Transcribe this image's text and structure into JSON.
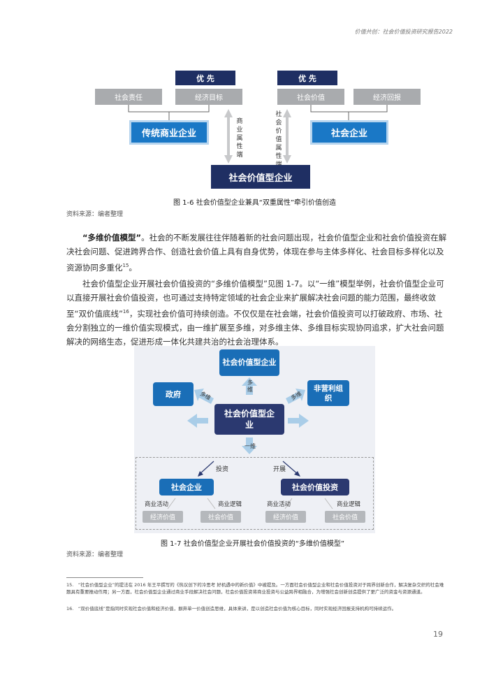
{
  "header": {
    "title": "价值共创：社会价值投资研究报告2022"
  },
  "fig6": {
    "left_priority": "优 先",
    "right_priority": "优 先",
    "left_grey1": "社会责任",
    "left_grey2": "经济目标",
    "right_grey1": "社会价值",
    "right_grey2": "经济回报",
    "left_main": "传统商业企业",
    "right_main": "社会企业",
    "bottom_main": "社会价值型企业",
    "left_arrow_label": "商业属性端",
    "right_arrow_label": "社会价值属性端",
    "caption": "图 1-6 社会价值型企业兼具“双重属性”牵引价值创造",
    "source": "资料来源：编者整理"
  },
  "paragraph1": {
    "bold": "“多维价值模型”",
    "text": "。社会的不断发展往往伴随着新的社会问题出现，社会价值型企业和社会价值投资在解决社会问题、促进跨界合作、创造社会价值上具有自身优势，体现在参与主体多样化、社会目标多样化以及资源协同多重化",
    "ref": "15",
    "end": "。"
  },
  "paragraph2": {
    "text_a": "社会价值型企业开展社会价值投资的“多维价值模型”见图 1-7。以“一维”模型举例，社会价值型企业可以直接开展社会价值投资，也可通过支持特定领域的社会企业来扩展解决社会问题的能力范围，最终收敛至“双价值底线”",
    "ref": "16",
    "text_b": "，实现社会价值可持续创造。不仅仅是在社会端，社会价值投资可以打破政府、市场、社会分割独立的一维价值实现模式，由一维扩展至多维，对多维主体、多维目标实现协同追求，扩大社会问题解决的网络生态，促进形成一体化共建共治的社会治理体系。"
  },
  "fig7": {
    "top": "社会价值型企业",
    "left": "政府",
    "right": "非营利组织",
    "center": "社会价值型企业",
    "up_arrow": "多维",
    "left_arrow": "多维",
    "right_arrow": "多维",
    "down_arrow": "一维",
    "invest": "投资",
    "develop": "开展",
    "social_enterprise": "社会企业",
    "social_value_invest": "社会价值投资",
    "biz_activity_1": "商业活动",
    "social_logic_1": "商业逻辑",
    "biz_activity_2": "商业活动",
    "social_logic_2": "商业逻辑",
    "econ_1": "经济价值",
    "soc_1": "社会价值",
    "econ_2": "经济价值",
    "soc_2": "社会价值",
    "caption": "图 1-7 社会价值型企业开展社会价值投资的“多维价值模型”",
    "source": "资料来源：编者整理"
  },
  "footnotes": {
    "fn15": "15.　“社会价值型企业”的提法在 2016 年王平撰写的《热议创下的冷思考 好机遇中的新价值》中被提及。一方面社会价值型企业和社会价值投资对于跨界创新合作，解决复杂交织的社会难题具有重要推动作用；另一方面，社会价值型企业通过商业手段解决社会问题，社会价值投资将商业投资与公益跨界相融合，为增强社会创新创造提供了更广泛的资金与资源通道。",
    "fn16": "16.　“双价值底线”是指同时实现社会价值和经济价值，摒弃单一价值创造思维，具体来讲，是以创造社会价值为核心目标，同时实现经济回报支持机构可持续运作。"
  },
  "page_number": "19"
}
